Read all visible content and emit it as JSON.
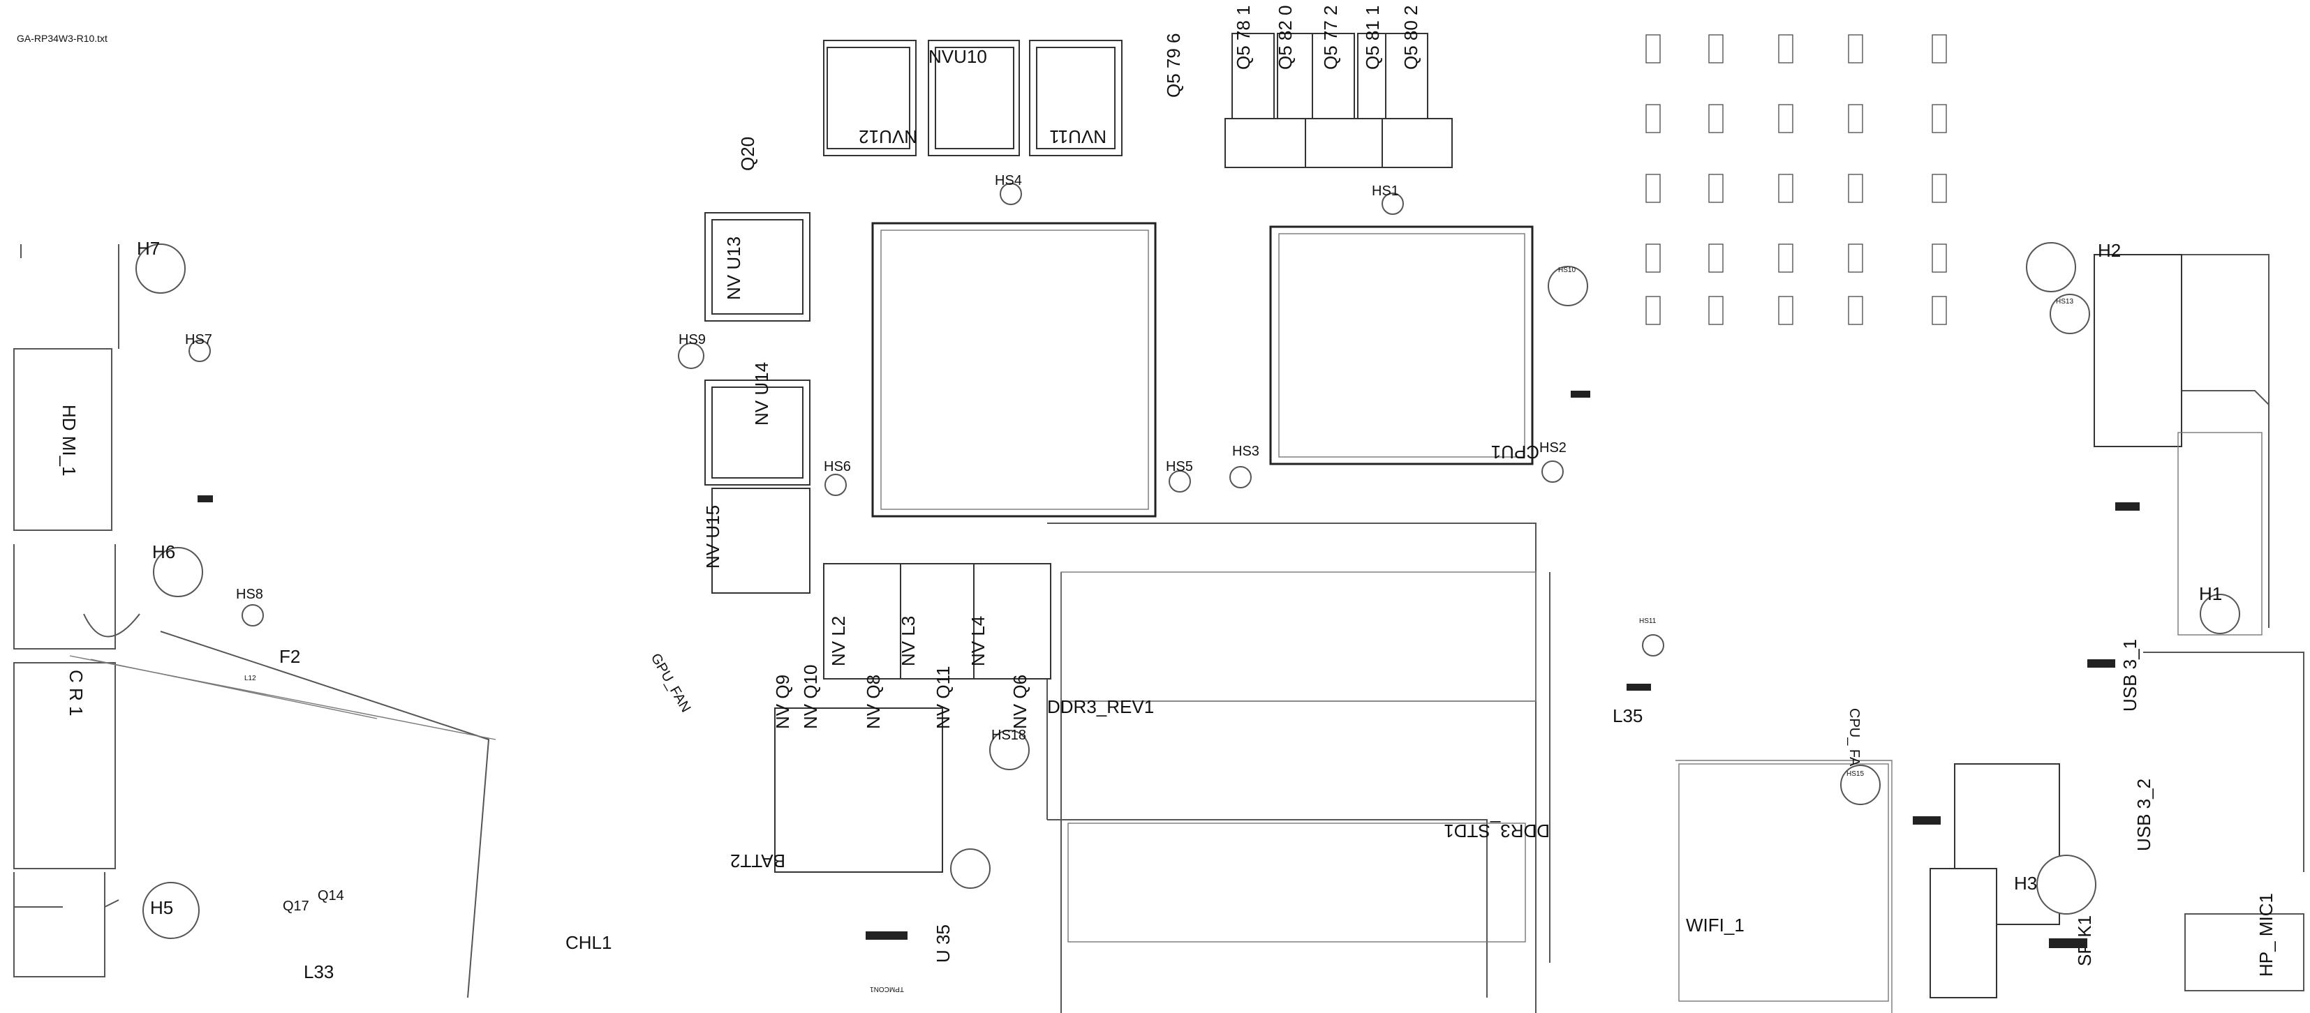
{
  "header": {
    "file_name": "GA-RP34W3-R10.txt"
  },
  "refs": {
    "nvu10": "NVU10",
    "nvu12": "NVU12",
    "nvu11": "NVU11",
    "cpu1": "CPU1",
    "ddr3_rev1": "DDR3_REV1",
    "ddr3_std1": "DDR3_STD1",
    "wifi_1": "WIFI_1",
    "batt2": "BATT2",
    "chl1": "CHL1",
    "hs1": "HS1",
    "hs2": "HS2",
    "hs3": "HS3",
    "hs4": "HS4",
    "hs5": "HS5",
    "hs6": "HS6",
    "hs7": "HS7",
    "hs8": "HS8",
    "hs9": "HS9",
    "hs10": "HS10",
    "hs11": "HS11",
    "hs13": "HS13",
    "hs15": "HS15",
    "hs18": "HS18",
    "h1": "H1",
    "h2": "H2",
    "h3": "H3",
    "h5": "H5",
    "h6": "H6",
    "h7": "H7",
    "l33": "L33",
    "l35": "L35",
    "l12": "L12",
    "f2": "F2",
    "q14": "Q14",
    "q17": "Q17",
    "q20": "Q20",
    "cr1": "C\nR\n1",
    "hdmi1": "HD MI_1",
    "u35": "U 35",
    "tpmcon1": "TPMCON1",
    "hp_mic1": "HP_ MIC1",
    "spk1": "SP K1",
    "usb3_1": "USB 3_1",
    "usb3_2": "USB 3_2",
    "cpu_fan1": "CPU_ FAN1",
    "gpu_fan": "GPU_FAN"
  },
  "icon_names": [
    "mounting-hole-icon",
    "ic-package-icon",
    "smd-pad-icon"
  ]
}
